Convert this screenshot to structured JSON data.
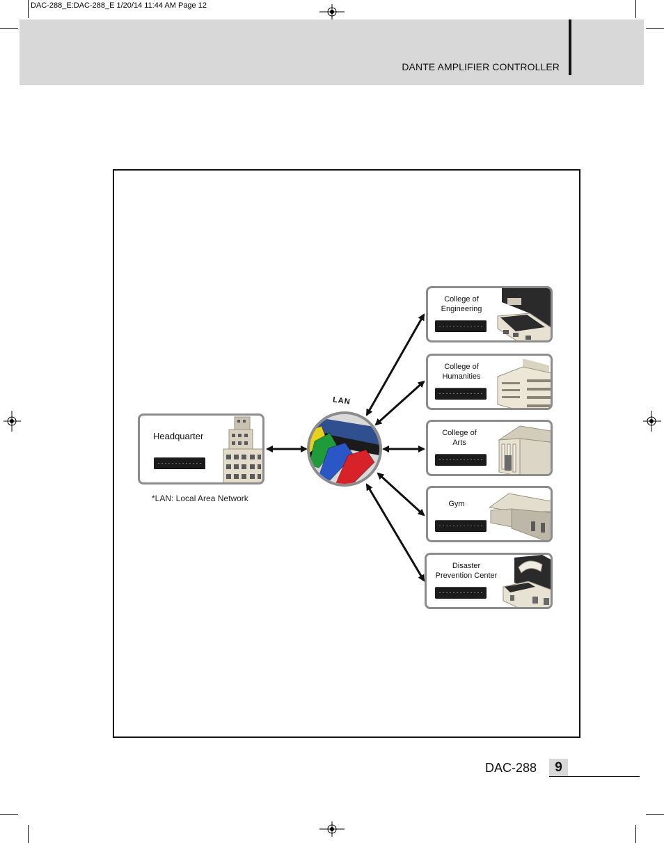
{
  "slug_line": "DAC-288_E:DAC-288_E  1/20/14  11:44 AM  Page 12",
  "header": {
    "title": "DANTE AMPLIFIER CONTROLLER"
  },
  "diagram": {
    "hub_label": "LAN",
    "headquarter": {
      "label": "Headquarter"
    },
    "footnote": "*LAN: Local Area Network",
    "sites": [
      {
        "line1": "College of",
        "line2": "Engineering"
      },
      {
        "line1": "College of",
        "line2": "Humanities"
      },
      {
        "line1": "College of",
        "line2": "Arts"
      },
      {
        "line1": "Gym",
        "line2": ""
      },
      {
        "line1": "Disaster",
        "line2": "Prevention Center"
      }
    ],
    "cable_colors": [
      "#e6d21c",
      "#1f9b3a",
      "#2a56c6",
      "#d8222a"
    ]
  },
  "footer": {
    "model": "DAC-288",
    "page_number": "9"
  }
}
